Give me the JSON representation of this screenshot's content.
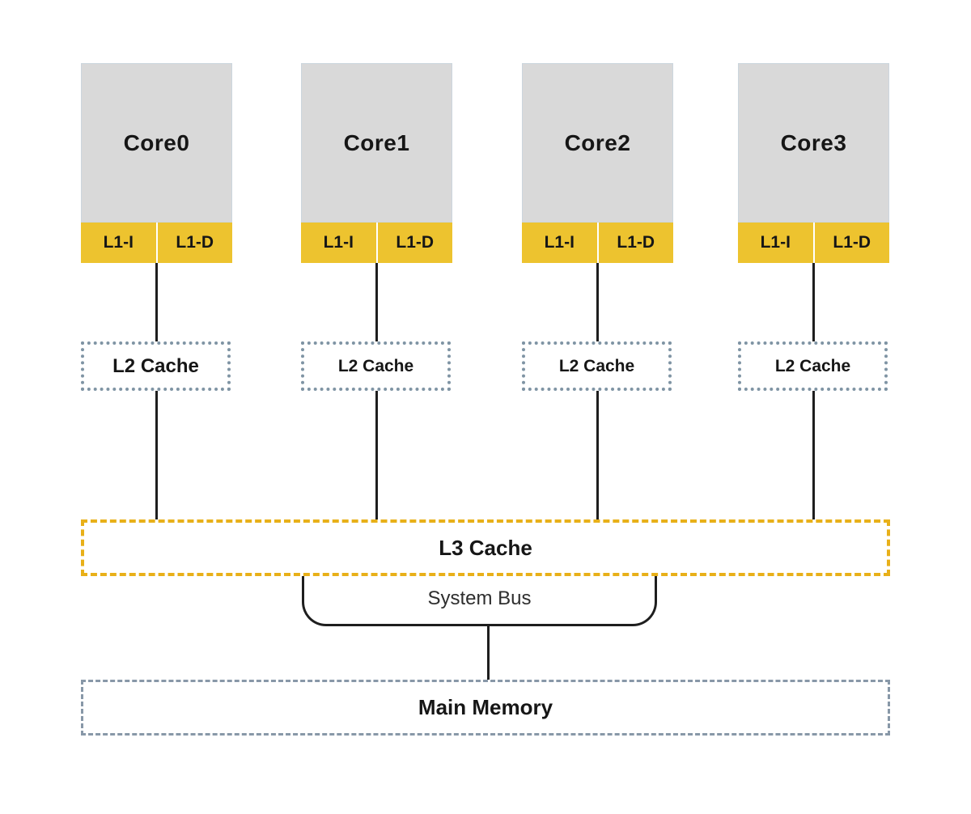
{
  "diagram": {
    "cores": [
      {
        "label": "Core0",
        "l1i": "L1-I",
        "l1d": "L1-D",
        "l2": "L2 Cache"
      },
      {
        "label": "Core1",
        "l1i": "L1-I",
        "l1d": "L1-D",
        "l2": "L2 Cache"
      },
      {
        "label": "Core2",
        "l1i": "L1-I",
        "l1d": "L1-D",
        "l2": "L2 Cache"
      },
      {
        "label": "Core3",
        "l1i": "L1-I",
        "l1d": "L1-D",
        "l2": "L2 Cache"
      }
    ],
    "l3_label": "L3 Cache",
    "system_bus_label": "System Bus",
    "main_memory_label": "Main Memory"
  },
  "colors": {
    "core_fill": "#d9d9d9",
    "core_border": "#ccd6de",
    "l1_fill": "#edc32f",
    "l2_border": "#7f94a4",
    "l3_border": "#e8b019",
    "memory_border": "#8898a8",
    "line": "#1e1e1e",
    "text": "#161616",
    "bus_text": "#2e2e2e",
    "background": "#ffffff"
  }
}
